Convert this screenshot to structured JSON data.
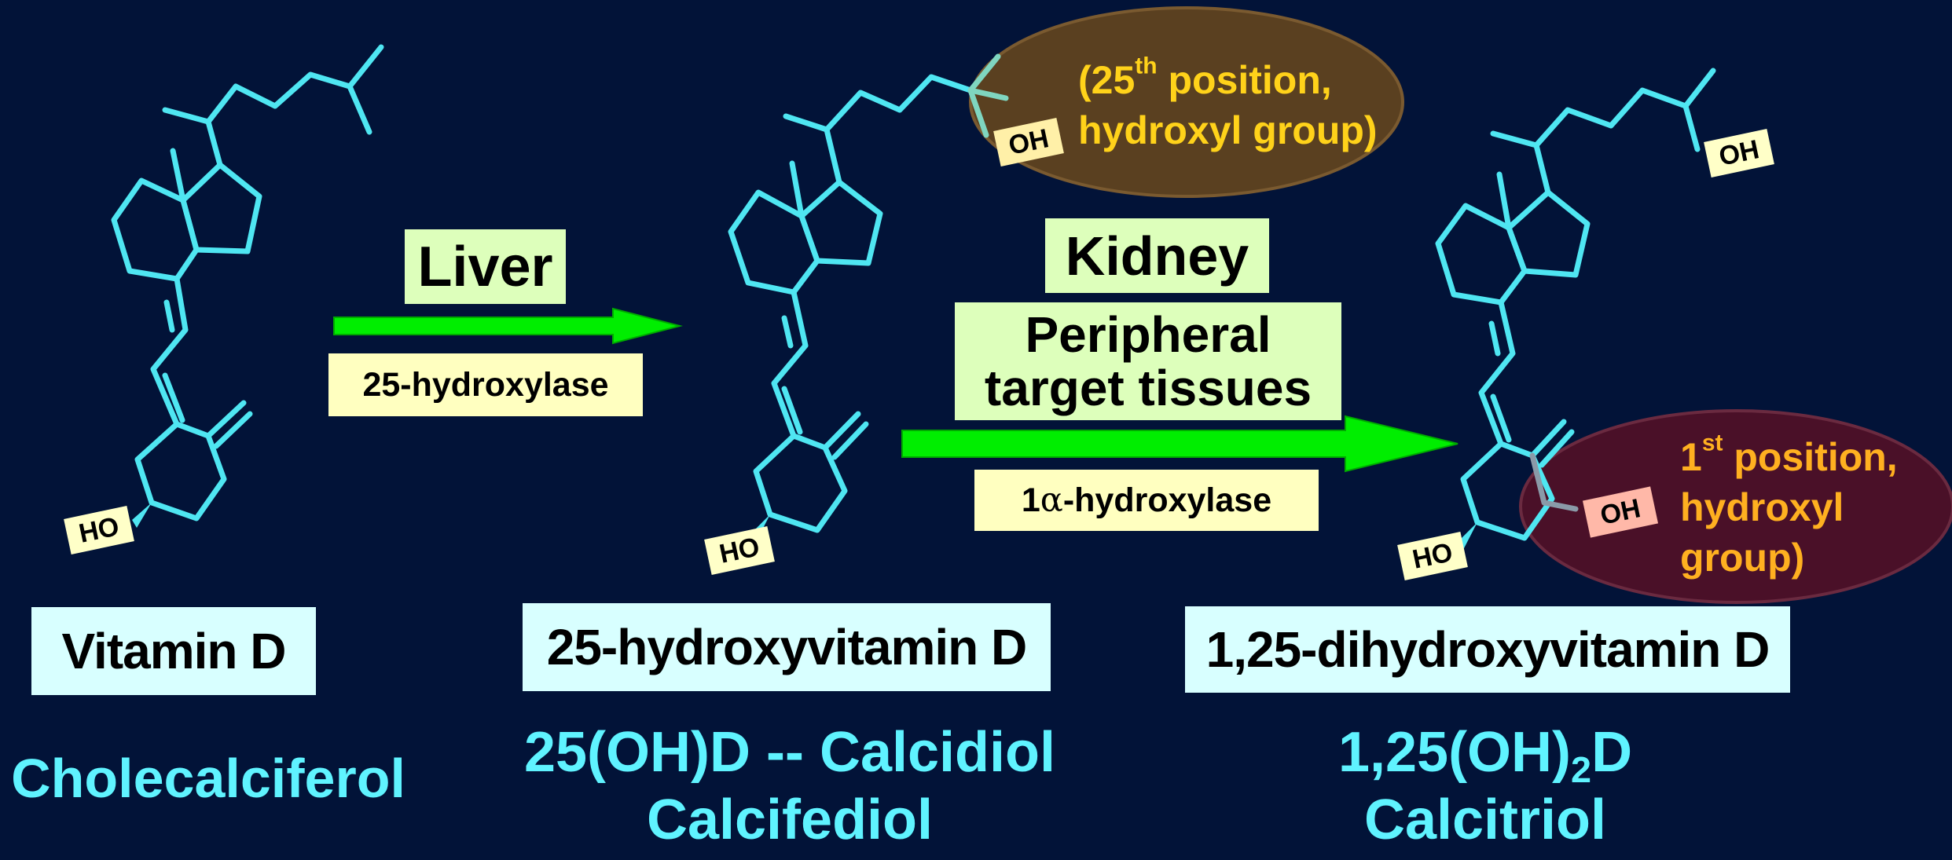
{
  "compounds": [
    {
      "name": "Vitamin D",
      "alt_name": "Cholecalciferol",
      "ho_label": "HO"
    },
    {
      "name": "25-hydroxyvitamin D",
      "alt_line1": "25(OH)D -- Calcidiol",
      "alt_line2": "Calcifediol",
      "ho_label": "HO",
      "oh_label": "OH"
    },
    {
      "name": "1,25-dihydroxyvitamin D",
      "alt_line1_pre": "1,25(OH)",
      "alt_line1_sub": "2",
      "alt_line1_post": "D",
      "alt_line2": "Calcitriol",
      "ho_label": "HO",
      "oh_label_top": "OH",
      "oh_label_ring": "OH"
    }
  ],
  "step1": {
    "organ": "Liver",
    "enzyme": "25-hydroxylase"
  },
  "step2": {
    "organ": "Kidney",
    "organ2_line1": "Peripheral",
    "organ2_line2": "target tissues",
    "enzyme_prefix": "1",
    "enzyme_greek": "α",
    "enzyme_suffix": "-hydroxylase"
  },
  "note_25": {
    "pre": "(25",
    "sup": "th",
    "post": " position,",
    "line2": "hydroxyl group)"
  },
  "note_1": {
    "pre": "1",
    "sup": "st",
    "post": " position,",
    "line2": "hydroxyl",
    "line3": "group)"
  },
  "colors": {
    "background": "#021338",
    "bond": "#4fe6f2",
    "arrow": "#00ee00",
    "name_text": "#5ff3ff",
    "note_25_text": "#ffd21a",
    "note_1_text": "#ffb020",
    "ellipse_25": "#5a4020",
    "ellipse_1": "#4a1028"
  }
}
